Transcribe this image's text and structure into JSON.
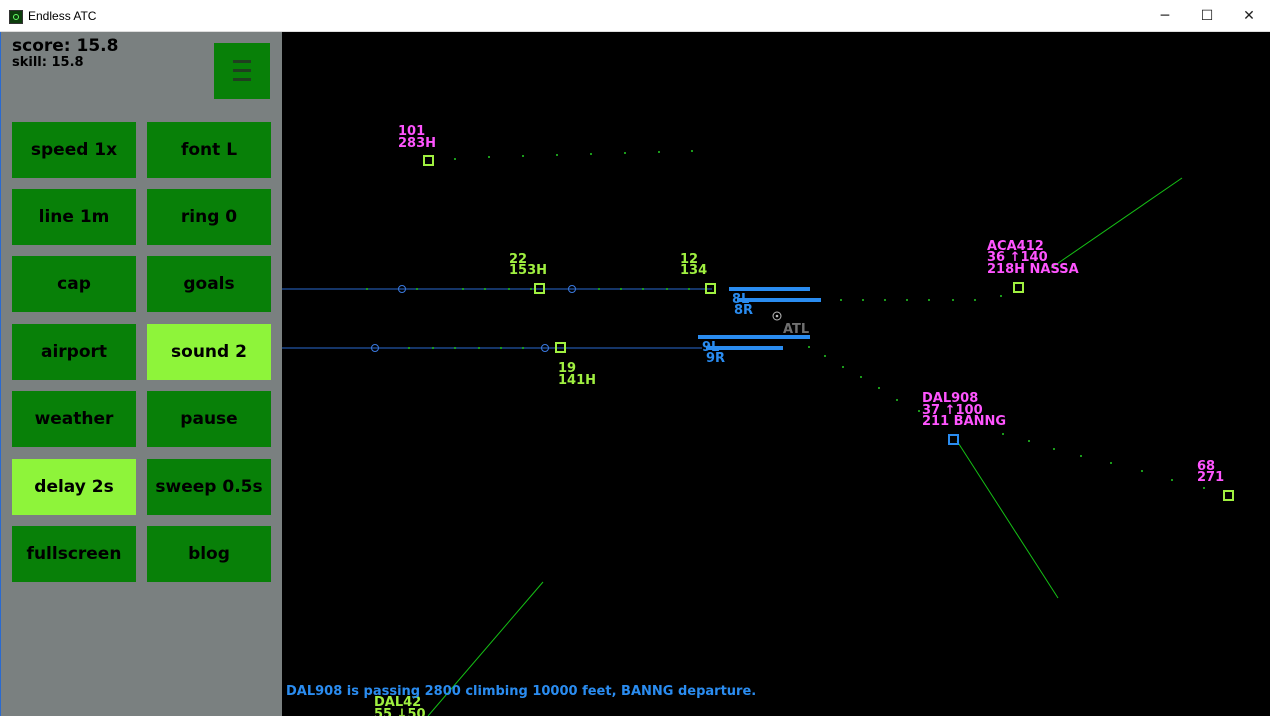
{
  "window": {
    "title": "Endless ATC",
    "minimize_glyph": "─",
    "maximize_glyph": "☐",
    "close_glyph": "✕"
  },
  "sidebar": {
    "score_text": "score: 15.8",
    "skill_text": "skill: 15.8",
    "menu_icon": "hamburger-menu-icon",
    "buttons": [
      {
        "label": "speed 1x",
        "active": false
      },
      {
        "label": "font L",
        "active": false
      },
      {
        "label": "line 1m",
        "active": false
      },
      {
        "label": "ring 0",
        "active": false
      },
      {
        "label": "cap",
        "active": false
      },
      {
        "label": "goals",
        "active": false
      },
      {
        "label": "airport",
        "active": false
      },
      {
        "label": "sound 2",
        "active": true
      },
      {
        "label": "weather",
        "active": false
      },
      {
        "label": "pause",
        "active": false
      },
      {
        "label": "delay 2s",
        "active": true
      },
      {
        "label": "sweep 0.5s",
        "active": false
      },
      {
        "label": "fullscreen",
        "active": false
      },
      {
        "label": "blog",
        "active": false
      }
    ]
  },
  "radar": {
    "airport_code": "ATL",
    "runways": {
      "r8l": "8L",
      "r8r": "8R",
      "r9l": "9L",
      "r9r": "9R"
    },
    "aircraft": {
      "a101": {
        "line1": "101",
        "line2": "283H"
      },
      "a22": {
        "line1": "22",
        "line2": "153H"
      },
      "a12": {
        "line1": "12",
        "line2": "134"
      },
      "a19": {
        "line1": "19",
        "line2": "141H"
      },
      "aca412": {
        "line1": "ACA412",
        "line2": "36 ↑140",
        "line3": "218H NASSA"
      },
      "dal908": {
        "line1": "DAL908",
        "line2": "37 ↑100",
        "line3": "211  BANNG"
      },
      "a68": {
        "line1": "68",
        "line2": "271"
      },
      "dal42": {
        "line1": "DAL42",
        "line2": "55 ↓50"
      }
    },
    "status_message": "DAL908 is passing 2800 climbing 10000 feet, BANNG departure."
  },
  "colors": {
    "magenta": "#ff55ff",
    "lime": "#a0f040",
    "runway_blue": "#2a8cf0",
    "trail_green": "#1a9a1a",
    "button_green": "#088008",
    "button_active": "#8ef43a",
    "sidebar_gray": "#7a8080"
  }
}
